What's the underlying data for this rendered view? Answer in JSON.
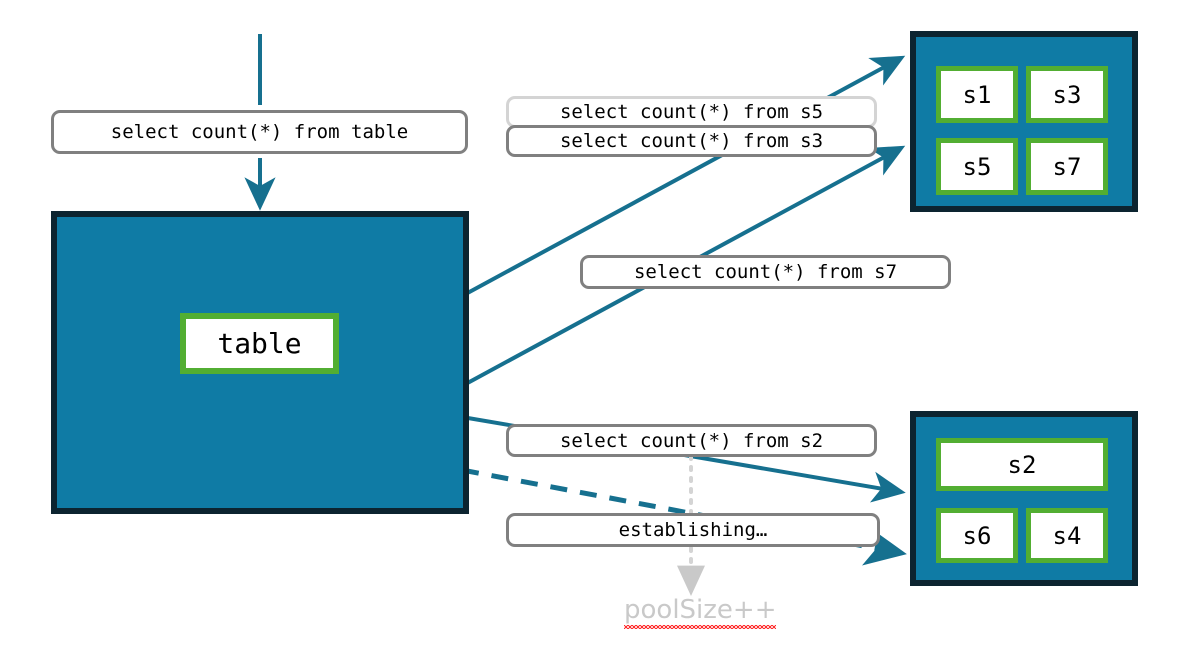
{
  "diagram": {
    "title": "connection pool query routing diagram",
    "colors": {
      "pool_fill": "#0f7ba5",
      "pool_border": "#0c2430",
      "node_border": "#52ae32",
      "node_fill": "#ffffff",
      "edge": "#16708f",
      "pill_border": "#808080",
      "pill_border_faded": "#d4d4d4",
      "ghost_text": "#c9c9c9",
      "squiggle": "#ff2d2d"
    }
  },
  "queries": {
    "root": "select count(*) from table",
    "s5": "select count(*) from s5",
    "s3": "select count(*) from s3",
    "s7": "select count(*) from s7",
    "s2": "select count(*) from s2",
    "establishing": "establishing…"
  },
  "table_container": {
    "node_label": "table"
  },
  "pool_top": {
    "nodes": [
      {
        "label": "s1"
      },
      {
        "label": "s3"
      },
      {
        "label": "s5"
      },
      {
        "label": "s7"
      }
    ]
  },
  "pool_bottom": {
    "nodes": [
      {
        "label": "s2"
      },
      {
        "label": "s6"
      },
      {
        "label": "s4"
      }
    ]
  },
  "annotation": {
    "pool_size": "poolSize++"
  }
}
